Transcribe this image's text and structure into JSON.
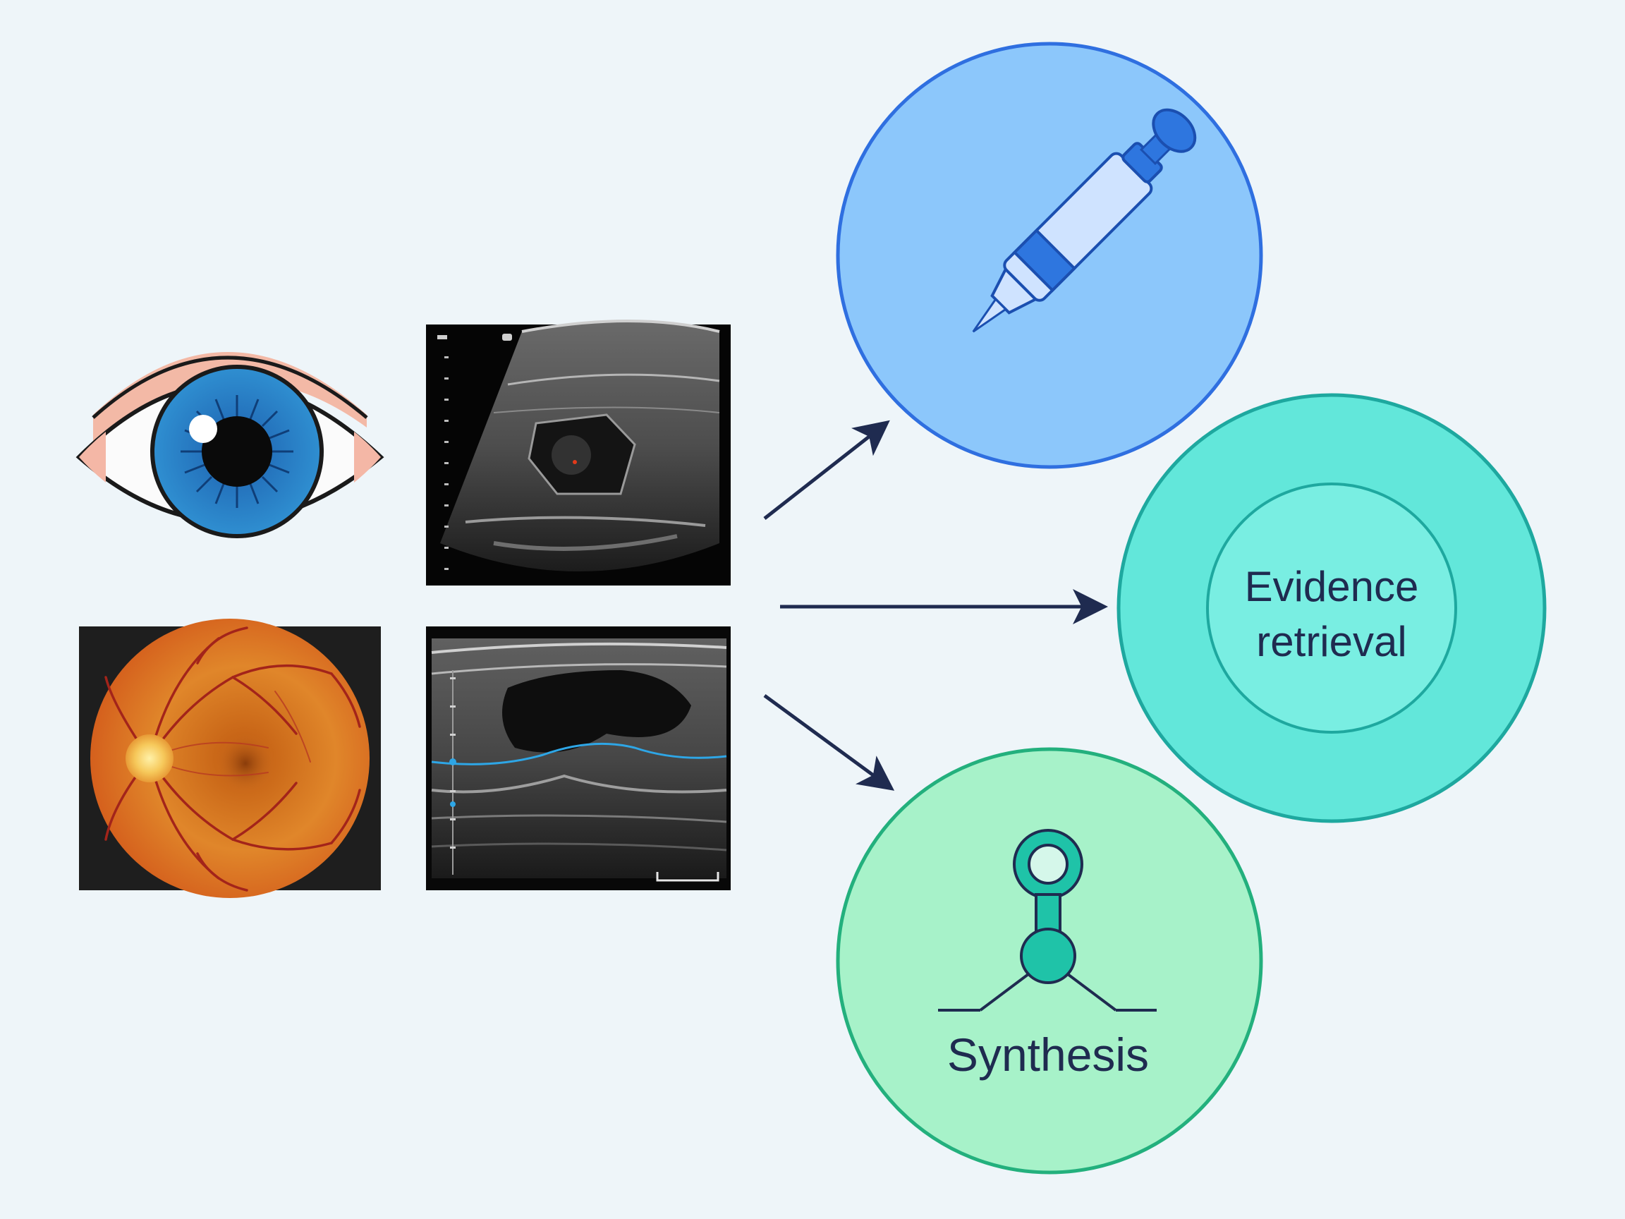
{
  "diagram": {
    "inputs": [
      {
        "name": "external-eye",
        "kind": "icon",
        "icon": "eye-icon"
      },
      {
        "name": "fundus-photo",
        "kind": "image"
      },
      {
        "name": "ultrasound-cross-section",
        "kind": "image"
      },
      {
        "name": "ultrasound-longitudinal",
        "kind": "image"
      }
    ],
    "outputs": [
      {
        "name": "syringe-node",
        "icon": "syringe-icon",
        "label": ""
      },
      {
        "name": "evidence-node",
        "icon": "",
        "label_line1": "Evidence",
        "label_line2": "retrieval"
      },
      {
        "name": "synthesis-node",
        "icon": "molecule-icon",
        "label": "Synthesis"
      }
    ],
    "colors": {
      "background": "#eef5f9",
      "arrow": "#1f2b50",
      "syringe_fill": "#8cc7fb",
      "syringe_stroke": "#2f6fe0",
      "evidence_fill": "#62e7da",
      "evidence_stroke": "#1ea89f",
      "synthesis_fill": "#a7f2c9",
      "synthesis_stroke": "#23b07d",
      "label_text": "#1f2b50"
    }
  }
}
